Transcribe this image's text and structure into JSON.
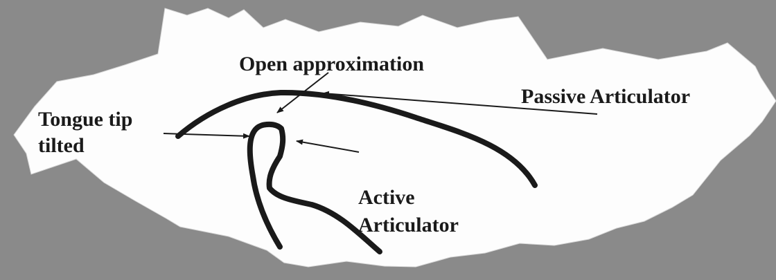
{
  "labels": {
    "open_approximation": "Open approximation",
    "passive_articulator": "Passive Articulator",
    "tongue_tip_line1": "Tongue tip",
    "tongue_tip_line2": "tilted",
    "active_line1": "Active",
    "active_line2": "Articulator"
  },
  "colors": {
    "background": "#8a8a8a",
    "paper": "#fdfdfd",
    "ink": "#1a1a1a"
  }
}
